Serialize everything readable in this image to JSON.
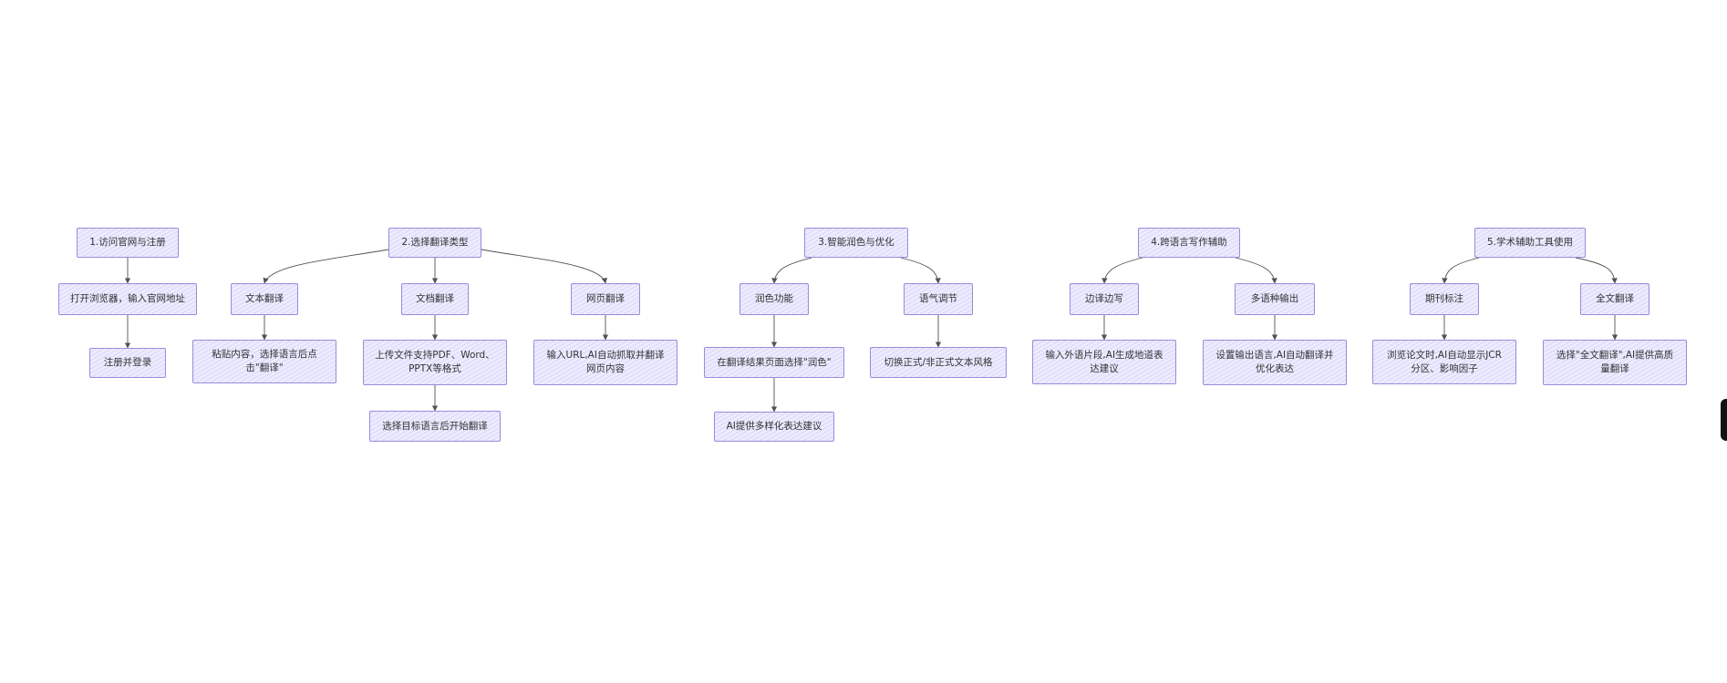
{
  "theme": {
    "node_fill": "#ececff",
    "node_border": "#9a8bdc",
    "edge_color": "#333333",
    "text_color": "#333333"
  },
  "nodes": {
    "s1": "1.访问官网与注册",
    "s1a": "打开浏览器，输入官网地址",
    "s1b": "注册并登录",
    "s2": "2.选择翻译类型",
    "s2a": "文本翻译",
    "s2a1": "粘贴内容，选择语言后点\n击\"翻译\"",
    "s2b": "文档翻译",
    "s2b1": "上传文件支持PDF、Word、\nPPTX等格式",
    "s2b2": "选择目标语言后开始翻译",
    "s2c": "网页翻译",
    "s2c1": "输入URL,AI自动抓取并翻译\n网页内容",
    "s3": "3.智能润色与优化",
    "s3a": "润色功能",
    "s3a1": "在翻译结果页面选择\"润色\"",
    "s3a2": "AI提供多样化表达建议",
    "s3b": "语气调节",
    "s3b1": "切换正式/非正式文本风格",
    "s4": "4.跨语言写作辅助",
    "s4a": "边译边写",
    "s4a1": "输入外语片段,AI生成地道表\n达建议",
    "s4b": "多语种输出",
    "s4b1": "设置输出语言,AI自动翻译并\n优化表达",
    "s5": "5.学术辅助工具使用",
    "s5a": "期刊标注",
    "s5a1": "浏览论文时,AI自动显示JCR\n分区、影响因子",
    "s5b": "全文翻译",
    "s5b1": "选择\"全文翻译\",AI提供高质\n量翻译"
  }
}
